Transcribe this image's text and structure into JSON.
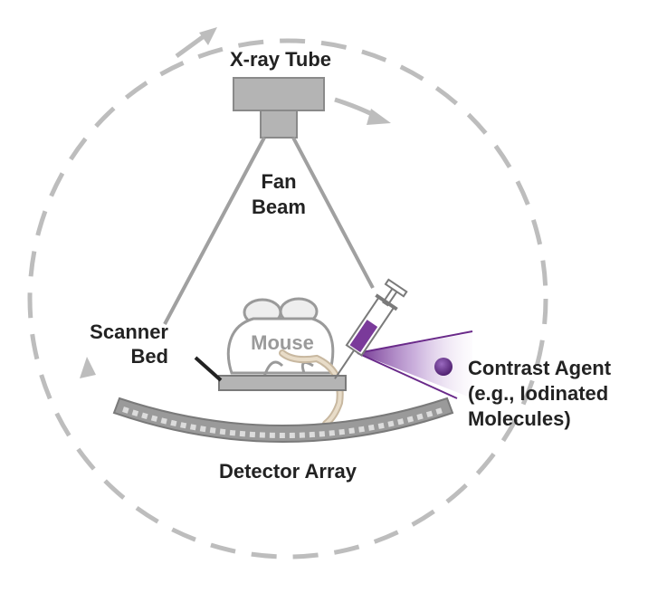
{
  "labels": {
    "xray_tube": "X-ray Tube",
    "fan_beam_line1": "Fan",
    "fan_beam_line2": "Beam",
    "scanner_bed_line1": "Scanner",
    "scanner_bed_line2": "Bed",
    "mouse": "Mouse",
    "contrast_agent_line1": "Contrast Agent",
    "contrast_agent_line2": "(e.g., Iodinated",
    "contrast_agent_line3": "Molecules)",
    "detector_array": "Detector Array"
  },
  "colors": {
    "gray_dark": "#8a8a8a",
    "gray_mid": "#aaaaaa",
    "gray_light": "#c8c8c8",
    "gray_fill": "#b4b4b4",
    "text": "#222222",
    "mouse_text": "#9a9a9a",
    "contrast_purple": "#6a2a8a",
    "contrast_light": "#e9d9f0",
    "dashed_circle": "#b8b8b8"
  }
}
